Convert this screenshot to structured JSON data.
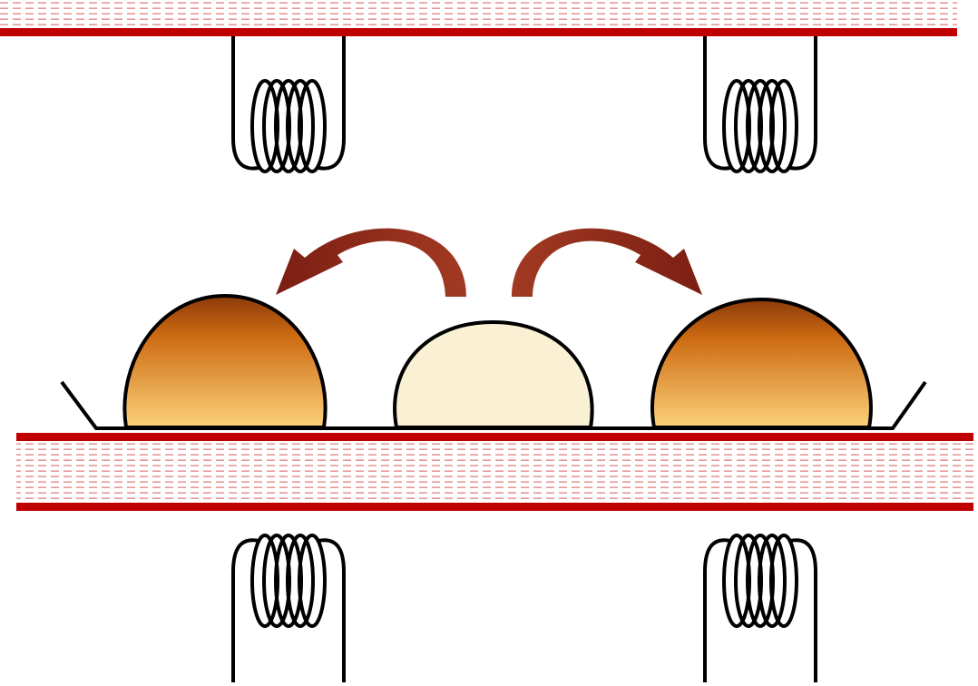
{
  "diagram": {
    "colors": {
      "plate_red": "#c00000",
      "plate_dash": "#e08080",
      "arrow_dark": "#7b1e12",
      "arrow_mid": "#a23a22",
      "droplet_hot_top": "#8b3a0a",
      "droplet_hot_mid": "#cc6a12",
      "droplet_hot_bottom": "#fcd27a",
      "droplet_cool": "#faf0d4",
      "outline": "#000000"
    },
    "icons": [
      "top-plate",
      "bottom-plate",
      "heating-coil",
      "heating-coil",
      "heating-coil",
      "heating-coil",
      "curved-arrow-left",
      "curved-arrow-right",
      "droplet-hot",
      "droplet-cool",
      "droplet-hot",
      "tray"
    ]
  }
}
